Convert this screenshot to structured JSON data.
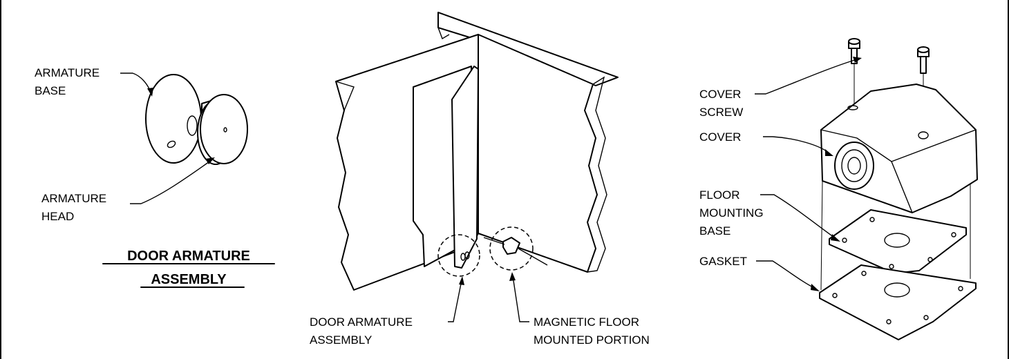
{
  "armature": {
    "base_line1": "ARMATURE",
    "base_line2": "BASE",
    "head_line1": "ARMATURE",
    "head_line2": "HEAD",
    "title_line1": "DOOR ARMATURE",
    "title_line2": "ASSEMBLY"
  },
  "door": {
    "armature_line1": "DOOR ARMATURE",
    "armature_line2": "ASSEMBLY",
    "magnetic_line1": "MAGNETIC FLOOR",
    "magnetic_line2": "MOUNTED PORTION"
  },
  "holder": {
    "cover_screw_line1": "COVER",
    "cover_screw_line2": "SCREW",
    "cover": "COVER",
    "floor_line1": "FLOOR",
    "floor_line2": "MOUNTING",
    "floor_line3": "BASE",
    "gasket": "GASKET"
  }
}
